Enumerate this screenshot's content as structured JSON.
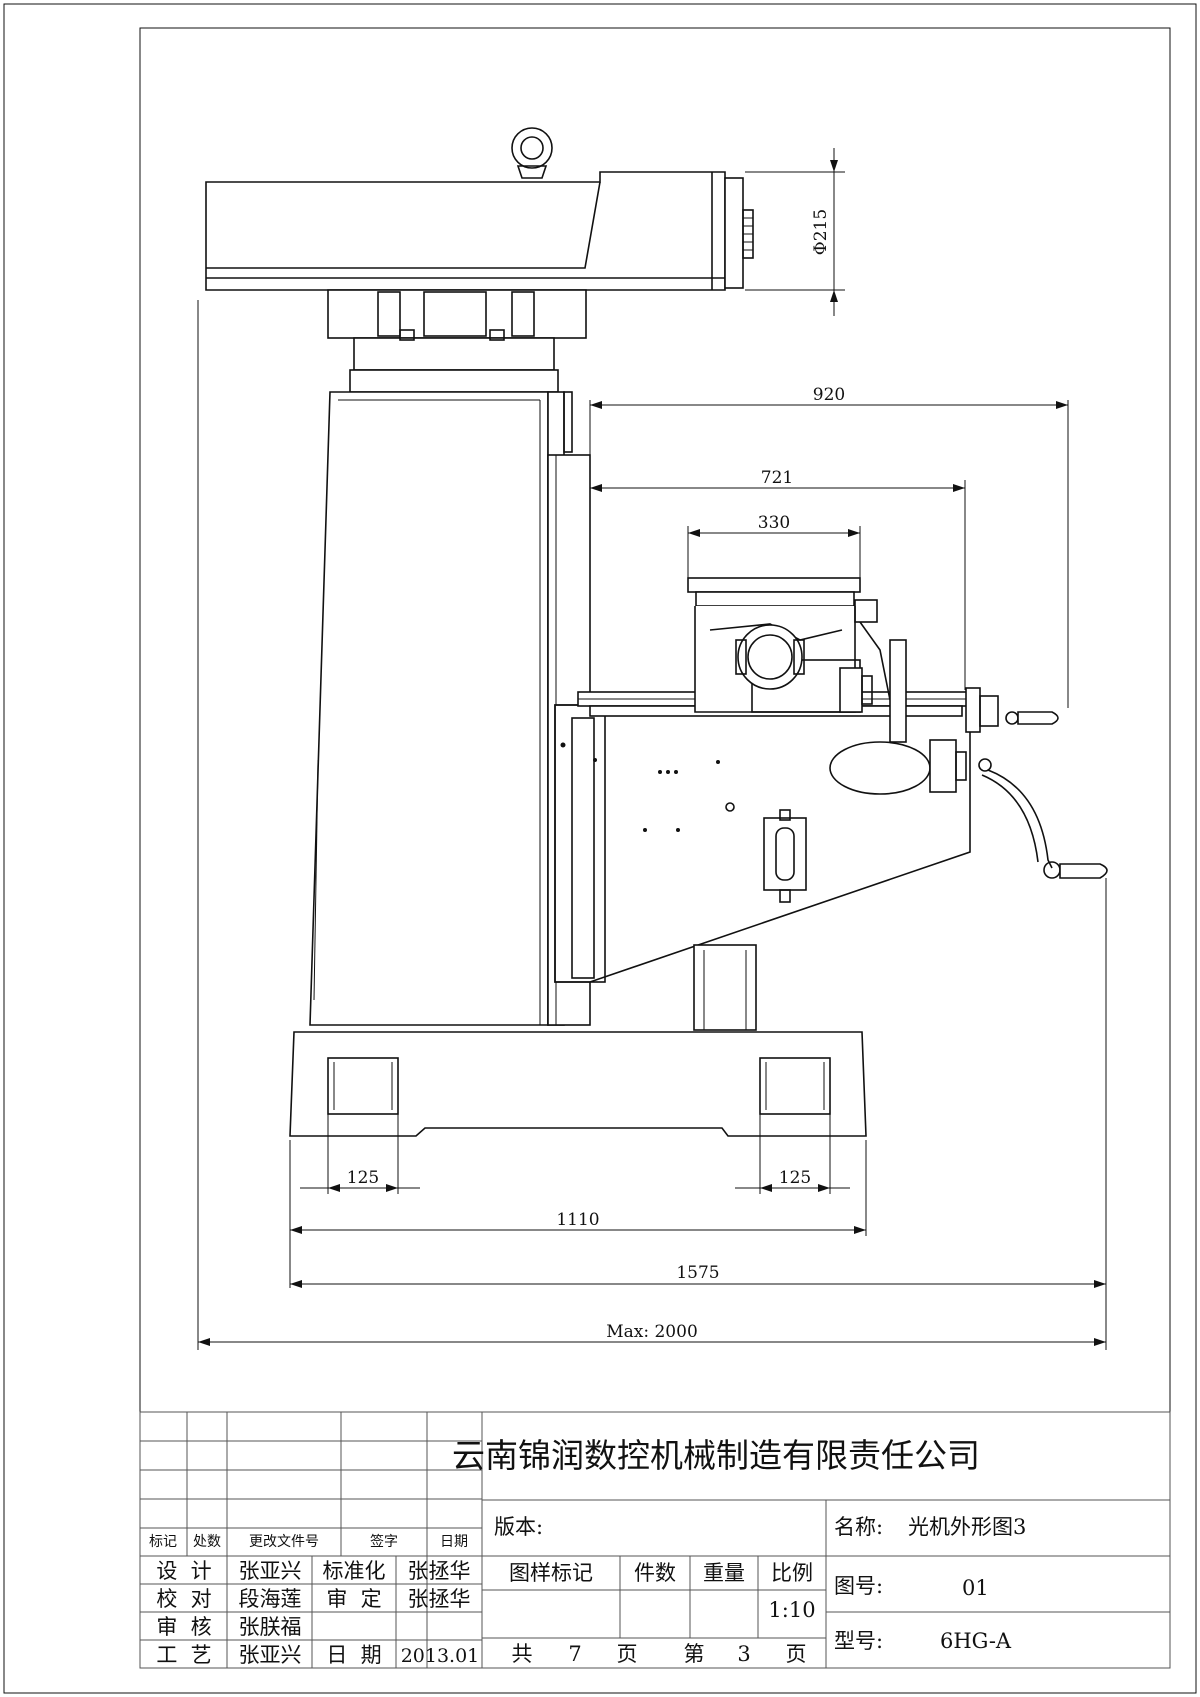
{
  "dimensions": {
    "diameter": "Φ215",
    "d920": "920",
    "d721": "721",
    "d330": "330",
    "d125_left": "125",
    "d125_right": "125",
    "d1110": "1110",
    "d1575": "1575",
    "dmax": "Max: 2000"
  },
  "title_block": {
    "company": "云南锦润数控机械制造有限责任公司",
    "version_label": "版本:",
    "name_label": "名称:",
    "name_value": "光机外形图3",
    "drawing_no_label": "图号:",
    "drawing_no_value": "01",
    "model_label": "型号:",
    "model_value": "6HG-A",
    "rev_headers": [
      "标记",
      "处数",
      "更改文件号",
      "签字",
      "日期"
    ],
    "sample_mark": "图样标记",
    "pieces": "件数",
    "weight": "重量",
    "scale_label": "比例",
    "scale_value": "1:10",
    "total_label": "共",
    "total_value": "7",
    "page_unit": "页",
    "sheet_label": "第",
    "sheet_value": "3",
    "sheet_unit": "页",
    "design_label": "设  计",
    "design_name": "张亚兴",
    "standard_label": "标准化",
    "standard_name": "张拯华",
    "check_label": "校  对",
    "check_name": "段海莲",
    "approve_label": "审  定",
    "approve_name": "张拯华",
    "audit_label": "审  核",
    "audit_name": "张朕福",
    "process_label": "工  艺",
    "process_name": "张亚兴",
    "date_label": "日  期",
    "date_value": "2013.01"
  }
}
